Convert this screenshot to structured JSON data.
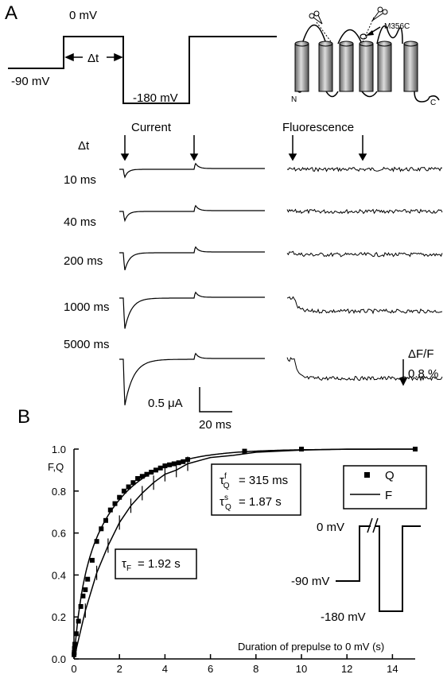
{
  "figure": {
    "panel_a_label": "A",
    "panel_b_label": "B"
  },
  "protocol": {
    "v_hold": "-90 mV",
    "v_prepulse": "0 mV",
    "v_test": "-180 mV",
    "delta_t": "Δt"
  },
  "topology": {
    "mutation": "M356C",
    "n_term": "N",
    "c_term": "C"
  },
  "traces": {
    "current_header": "Current",
    "fluorescence_header": "Fluorescence",
    "dt_header": "Δt",
    "rows": [
      {
        "label": "10 ms",
        "current_peak": 0.12,
        "fluor_drop": 0.0
      },
      {
        "label": "40 ms",
        "current_peak": 0.15,
        "fluor_drop": 0.0
      },
      {
        "label": "200 ms",
        "current_peak": 0.33,
        "fluor_drop": 0.08
      },
      {
        "label": "1000 ms",
        "current_peak": 0.6,
        "fluor_drop": 0.55
      },
      {
        "label": "5000 ms",
        "current_peak": 0.9,
        "fluor_drop": 0.8
      }
    ],
    "scale_current": "0.5 μA",
    "scale_time": "20 ms",
    "scale_fluor_top": "ΔF/F",
    "scale_fluor_bottom": "0.8 %"
  },
  "chart_data": {
    "type": "scatter",
    "xlabel": "Duration of prepulse to 0 mV (s)",
    "ylabel": "F,Q",
    "xlim": [
      0,
      15
    ],
    "ylim": [
      0,
      1.0
    ],
    "xticks": [
      0,
      2,
      4,
      6,
      8,
      10,
      12,
      14
    ],
    "yticks": [
      0.0,
      0.2,
      0.4,
      0.6,
      0.8,
      1.0
    ],
    "legend": [
      {
        "name": "Q",
        "marker": "square"
      },
      {
        "name": "F",
        "marker": "line"
      }
    ],
    "legend_position": "top-right",
    "annotations": {
      "tau_q_fast": "= 315 ms",
      "tau_q_slow": "= 1.87 s",
      "tau_f": "= 1.92 s"
    },
    "series": [
      {
        "name": "Q",
        "x": [
          0.005,
          0.01,
          0.02,
          0.04,
          0.1,
          0.2,
          0.3,
          0.4,
          0.5,
          0.6,
          0.8,
          1.0,
          1.2,
          1.4,
          1.6,
          1.8,
          2.0,
          2.2,
          2.4,
          2.6,
          2.8,
          3.0,
          3.2,
          3.4,
          3.6,
          3.8,
          4.0,
          4.2,
          4.4,
          4.6,
          4.8,
          5.0,
          7.5,
          10.0,
          15.0
        ],
        "y": [
          0.02,
          0.03,
          0.05,
          0.07,
          0.12,
          0.18,
          0.25,
          0.3,
          0.33,
          0.38,
          0.47,
          0.56,
          0.62,
          0.66,
          0.71,
          0.74,
          0.77,
          0.8,
          0.82,
          0.84,
          0.86,
          0.87,
          0.88,
          0.89,
          0.9,
          0.91,
          0.92,
          0.925,
          0.93,
          0.935,
          0.94,
          0.95,
          0.99,
          1.0,
          1.0
        ]
      },
      {
        "name": "F",
        "x": [
          0,
          0.5,
          1,
          1.5,
          2,
          2.5,
          3,
          3.5,
          4,
          4.5,
          5,
          6,
          7,
          8,
          9,
          10,
          12,
          15
        ],
        "y": [
          0.0,
          0.23,
          0.41,
          0.54,
          0.65,
          0.73,
          0.79,
          0.84,
          0.88,
          0.9,
          0.93,
          0.96,
          0.97,
          0.985,
          0.99,
          0.995,
          1.0,
          1.0
        ]
      }
    ]
  }
}
